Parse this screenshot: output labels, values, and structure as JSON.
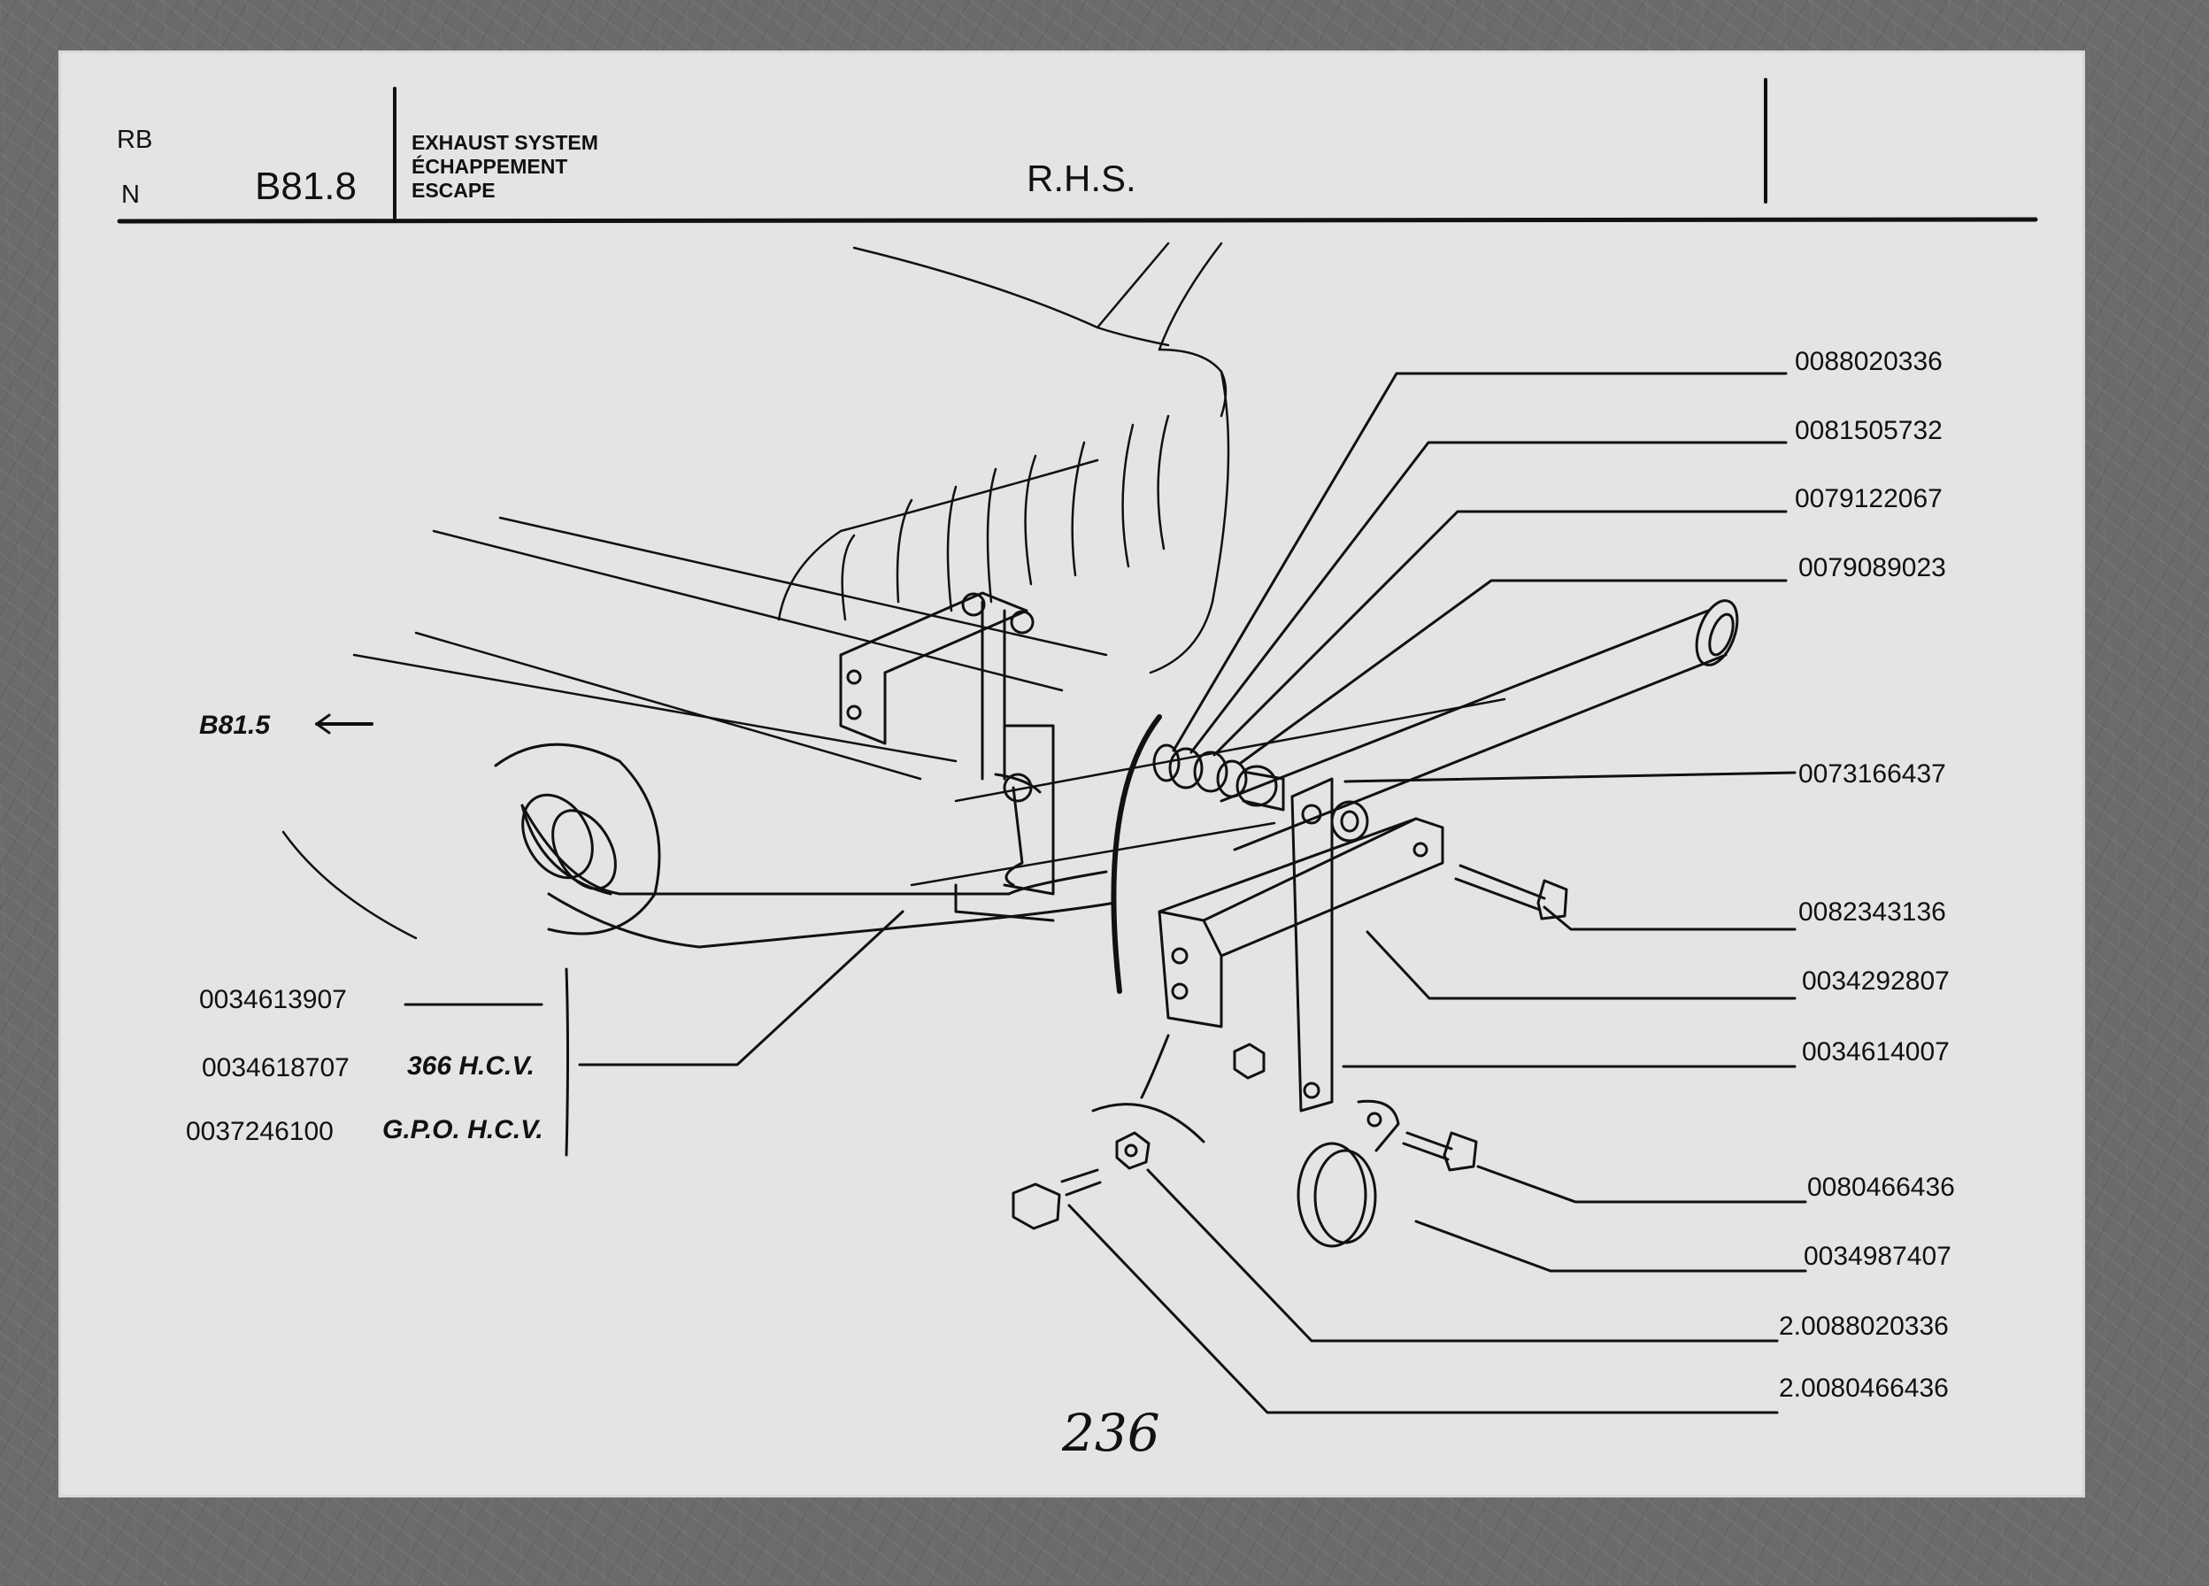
{
  "header": {
    "rb": "RB",
    "n": "N",
    "section_code": "B81.8",
    "system_lines": [
      "EXHAUST SYSTEM",
      "ÉCHAPPEMENT",
      "ESCAPE"
    ],
    "side": "R.H.S."
  },
  "reference": {
    "label": "B81.5"
  },
  "callouts_right": [
    "0088020336",
    "0081505732",
    "0079122067",
    "0079089023",
    "0073166437",
    "0082343136",
    "0034292807",
    "0034614007",
    "0080466436",
    "0034987407",
    "2.0088020336",
    "2.0080466436"
  ],
  "callouts_left": [
    {
      "part": "0034613907",
      "variant": ""
    },
    {
      "part": "0034618707",
      "variant": "366 H.C.V."
    },
    {
      "part": "0037246100",
      "variant": "G.P.O. H.C.V."
    }
  ],
  "page_number": "236"
}
